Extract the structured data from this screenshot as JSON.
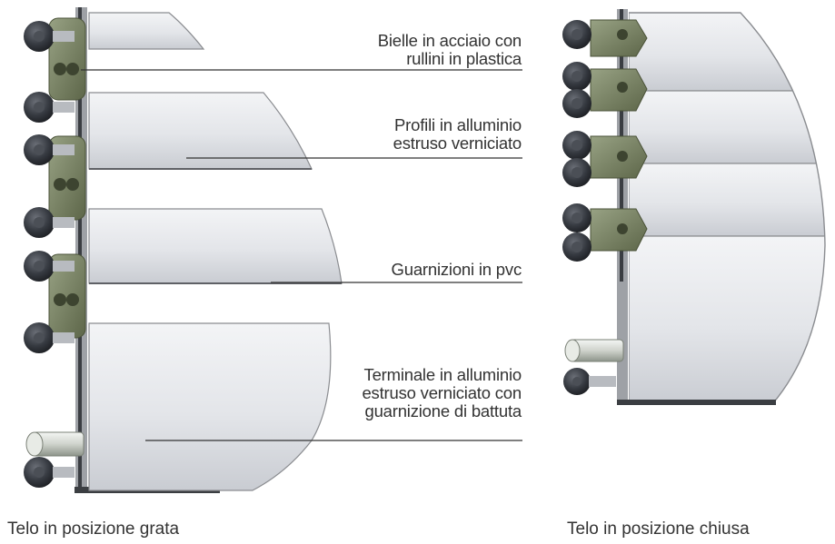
{
  "callouts": [
    {
      "lines": [
        "Bielle in acciaio con",
        "rullini in plastica"
      ]
    },
    {
      "lines": [
        "Profili in alluminio",
        "estruso verniciato"
      ]
    },
    {
      "lines": [
        "Guarnizioni in pvc"
      ]
    },
    {
      "lines": [
        "Terminale in alluminio",
        "estruso verniciato con",
        "guarnizione di battuta"
      ]
    }
  ],
  "captions": {
    "grille": "Telo in posizione grata",
    "closed": "Telo in posizione chiusa"
  },
  "colors": {
    "slat_fill": "#e4e6ea",
    "slat_shade": "#c7cad0",
    "slat_edge": "#8a8c90",
    "link_plate": "#6f7a5c",
    "roller_dark": "#2b2e33",
    "leader_line": "#333333",
    "text": "#333333"
  }
}
